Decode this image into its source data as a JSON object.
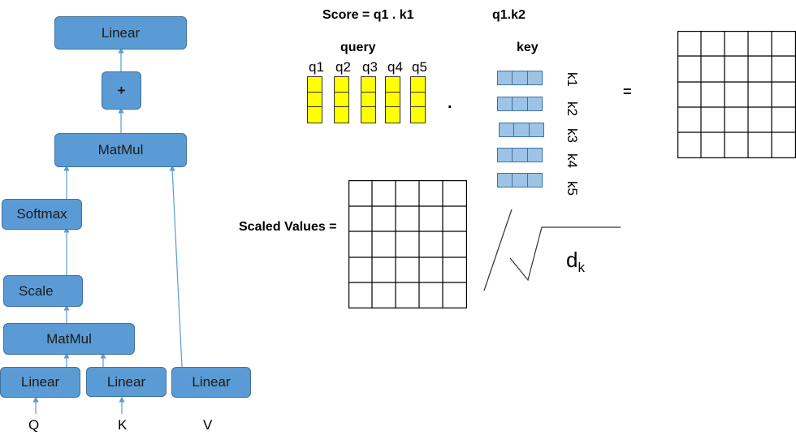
{
  "flow": {
    "linear_top": "Linear",
    "add": "+",
    "matmul_top": "MatMul",
    "softmax": "Softmax",
    "scale": "Scale",
    "matmul_bottom": "MatMul",
    "linear_q": "Linear",
    "linear_k": "Linear",
    "linear_v": "Linear",
    "input_q": "Q",
    "input_k": "K",
    "input_v": "V"
  },
  "score": {
    "title": "Score = q1 . k1",
    "second": "q1.k2",
    "query_label": "query",
    "key_label": "key",
    "query_items": [
      "q1",
      "q2",
      "q3",
      "q4",
      "q5"
    ],
    "key_items": [
      "k1",
      "k2",
      "k3",
      "k4",
      "k5"
    ],
    "dot": ".",
    "equals": "="
  },
  "scaled": {
    "label": "Scaled Values =",
    "denominator": "d",
    "subscript": "k"
  },
  "colors": {
    "box_fill": "#5b9bd5",
    "box_border": "#41719c",
    "query_fill": "#ffff00",
    "key_fill": "#9dc3e6",
    "arrow": "#5b9bd5"
  }
}
